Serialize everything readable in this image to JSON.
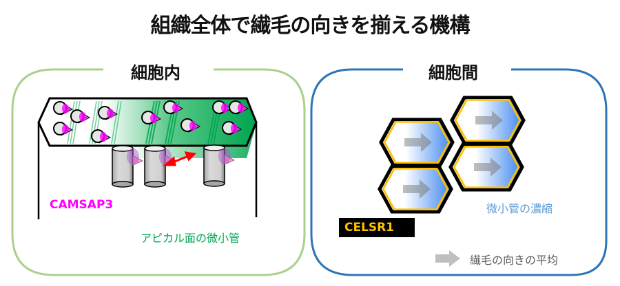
{
  "title": "組織全体で繊毛の向きを揃える機構",
  "panels": {
    "intracellular": {
      "title": "細胞内",
      "border_color": "#a9d18e",
      "labels": {
        "protein": "CAMSAP3",
        "microtubules": "アピカル面の微小管"
      },
      "colors": {
        "protein": "#ff00ff",
        "microtubules": "#00a550",
        "arrow": "#ff0000"
      }
    },
    "intercellular": {
      "title": "細胞間",
      "border_color": "#2e75b6",
      "labels": {
        "protein": "CELSR1",
        "microtubules": "微小管の濃縮",
        "legend": "繊毛の向きの平均"
      },
      "colors": {
        "protein_text": "#ffc000",
        "protein_bg": "#000000",
        "microtubules": "#5b9bd5",
        "legend_text": "#595959",
        "hex_outline": "#ffc000"
      }
    }
  }
}
